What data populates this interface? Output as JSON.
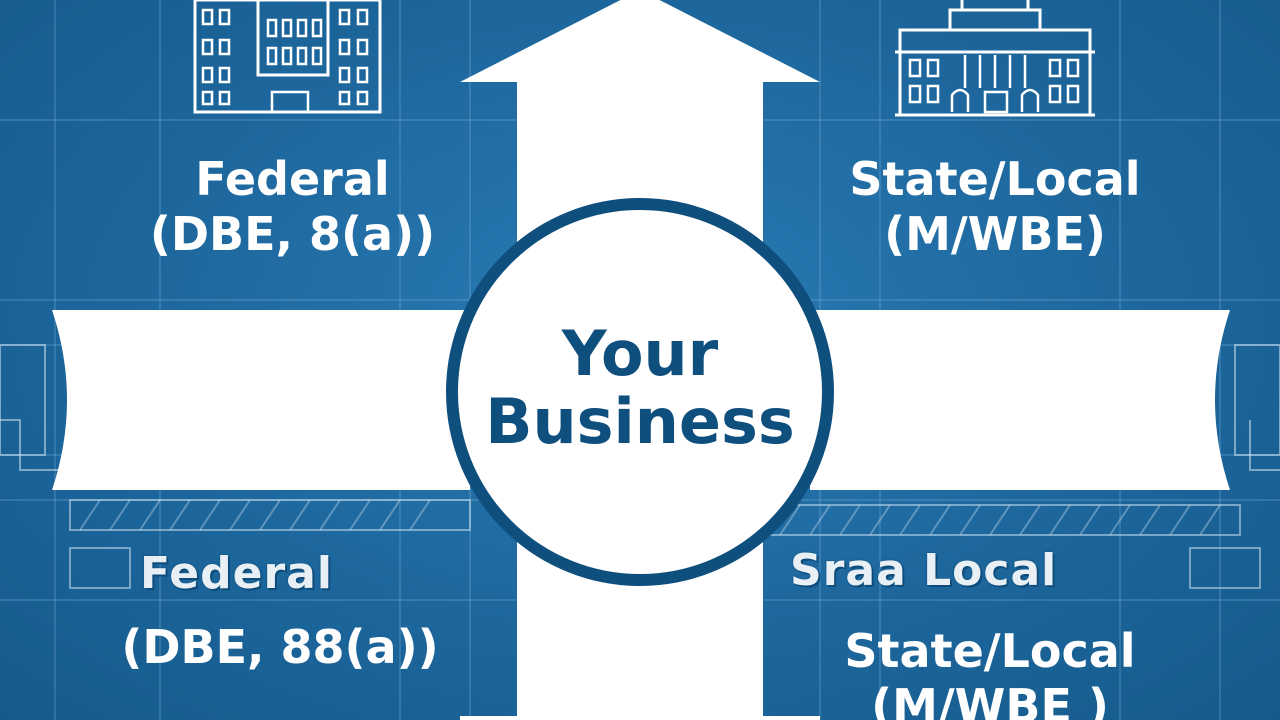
{
  "colors": {
    "background": "#1f6aa0",
    "accent_dark": "#0f4f7e",
    "foreground": "#ffffff"
  },
  "center": {
    "line1": "Your",
    "line2": "Business"
  },
  "quadrants": {
    "top_left": {
      "icon": "federal-building-icon",
      "line1": "Federal",
      "line2": "(DBE, 8(a))"
    },
    "top_right": {
      "icon": "capitol-building-icon",
      "line1": "State/Local",
      "line2": "(M/WBE)"
    },
    "bottom_left": {
      "ghost": "Federal",
      "line1": "(DBE, 88(a))"
    },
    "bottom_right": {
      "ghost": "Sraa Local",
      "line1": "State/Local",
      "line2": "(M/WBE )"
    }
  }
}
